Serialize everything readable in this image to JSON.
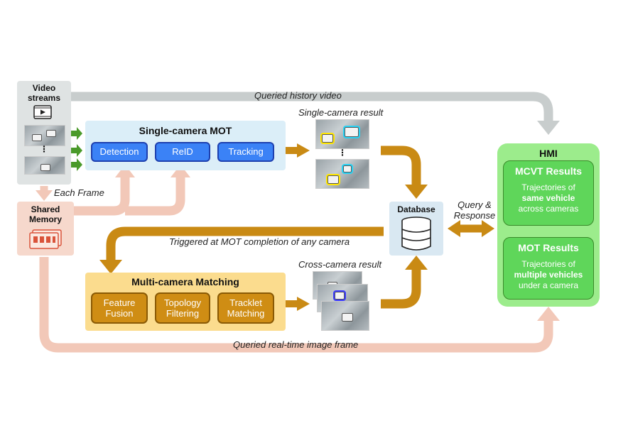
{
  "labels": {
    "video_streams": "Video streams",
    "queried_history": "Queried history video",
    "single_result": "Single-camera result",
    "each_frame": "Each Frame",
    "shared_memory": "Shared Memory",
    "database": "Database",
    "query_response": "Query & Response",
    "triggered": "Triggered at MOT completion of any camera",
    "cross_result": "Cross-camera result",
    "queried_realtime": "Queried real-time image frame"
  },
  "single_mot": {
    "title": "Single-camera MOT",
    "steps": [
      "Detection",
      "ReID",
      "Tracking"
    ]
  },
  "multi_matching": {
    "title": "Multi-camera Matching",
    "steps": [
      "Feature Fusion",
      "Topology Filtering",
      "Tracklet Matching"
    ]
  },
  "hmi": {
    "title": "HMI",
    "mcvt_title": "MCVT Results",
    "mcvt_line1": "Trajectories of",
    "mcvt_bold": "same vehicle",
    "mcvt_line3": "across cameras",
    "mot_title": "MOT Results",
    "mot_line1": "Trajectories of",
    "mot_bold": "multiple vehicles",
    "mot_line3": "under a camera"
  },
  "ellipsis": "⋮",
  "colors": {
    "gray_arrow": "#c8cdcd",
    "peach_arrow": "#f2c8b8",
    "gold_arrow": "#c98a14",
    "green_arrow": "#4a9a2a",
    "single_bg": "#dbeef8",
    "multi_bg": "#fbdc8e",
    "hmi_bg": "#9cec8c",
    "db_bg": "#d9e8f2"
  }
}
